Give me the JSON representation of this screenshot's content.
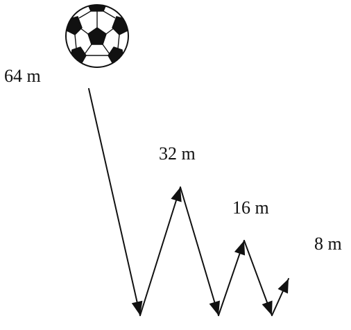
{
  "labels": {
    "drop": "64 m",
    "bounce_1": "32 m",
    "bounce_2": "16 m",
    "bounce_3": "8 m"
  },
  "colors": {
    "path": "#111111",
    "ball_black": "#111111",
    "ball_white": "#ffffff"
  },
  "icons": {
    "ball": "soccer-ball-icon"
  }
}
